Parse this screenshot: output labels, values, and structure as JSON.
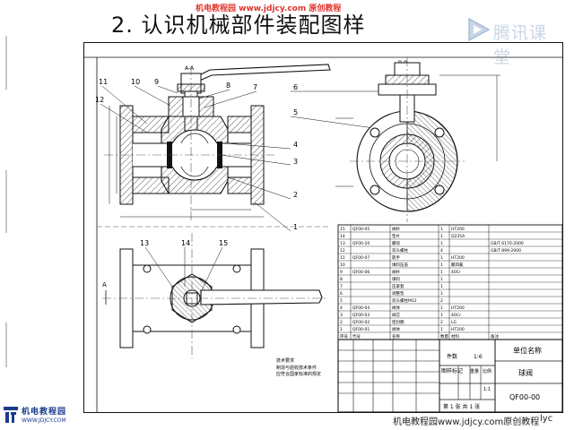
{
  "slide": {
    "title": "2. 认识机械部件装配图样",
    "watermark": "机电教程园 www.jdjcy.com 原创教程",
    "brand": "腾讯课堂",
    "footer_url": "机电教程园www.jdjcy.com原创教程",
    "footer_sig": "lyc",
    "logo_line1": "机电教程园",
    "logo_line2": "WWW.JDJCY.COM"
  },
  "drawing": {
    "view_labels": {
      "section_aa": "A-A",
      "section_bb": "B-B",
      "arrow_a": "A"
    },
    "callouts_top": [
      "11",
      "10",
      "9",
      "8",
      "7"
    ],
    "callouts_left": [
      "12"
    ],
    "callouts_right": [
      "6",
      "5",
      "4",
      "3",
      "2",
      "1"
    ],
    "callouts_bottom": [
      "13",
      "14",
      "15"
    ],
    "title_block": {
      "company_label": "单位名称",
      "part_name": "球阀",
      "drawing_no": "QF00-00",
      "scale_label": "比例",
      "scale_value": "1:1",
      "sheet_text": "第 1 张 共 1 张",
      "mark_header": "图样标记",
      "weight_header": "重量",
      "count_header": "件数",
      "ratio": "1:6"
    },
    "bom": [
      {
        "no": "15",
        "code": "QF00-05",
        "name": "阀杆",
        "qty": "1",
        "mat": "HT200",
        "note": ""
      },
      {
        "no": "14",
        "code": "",
        "name": "垫片",
        "qty": "1",
        "mat": "Q235A",
        "note": ""
      },
      {
        "no": "13",
        "code": "QF00-10",
        "name": "螺母",
        "qty": "1",
        "mat": "",
        "note": "GB/T 6170-2000"
      },
      {
        "no": "12",
        "code": "",
        "name": "双头螺柱",
        "qty": "4",
        "mat": "",
        "note": "GB/T 899-2000"
      },
      {
        "no": "11",
        "code": "QF00-07",
        "name": "扳手",
        "qty": "1",
        "mat": "HT200",
        "note": ""
      },
      {
        "no": "10",
        "code": "",
        "name": "填料压盖",
        "qty": "1",
        "mat": "聚四氟",
        "note": ""
      },
      {
        "no": "9",
        "code": "QF00-06",
        "name": "阀杆",
        "qty": "1",
        "mat": "40Cr",
        "note": ""
      },
      {
        "no": "8",
        "code": "",
        "name": "填料",
        "qty": "1",
        "mat": "",
        "note": ""
      },
      {
        "no": "7",
        "code": "",
        "name": "压紧套",
        "qty": "1",
        "mat": "",
        "note": ""
      },
      {
        "no": "6",
        "code": "",
        "name": "调整垫",
        "qty": "1",
        "mat": "",
        "note": ""
      },
      {
        "no": "5",
        "code": "",
        "name": "双头螺柱M12",
        "qty": "2",
        "mat": "",
        "note": ""
      },
      {
        "no": "4",
        "code": "QF00-04",
        "name": "阀体",
        "qty": "1",
        "mat": "HT200",
        "note": ""
      },
      {
        "no": "3",
        "code": "QF00-03",
        "name": "阀芯",
        "qty": "1",
        "mat": "40Cr",
        "note": ""
      },
      {
        "no": "2",
        "code": "QF00-02",
        "name": "密封圈",
        "qty": "2",
        "mat": "LG",
        "note": ""
      },
      {
        "no": "1",
        "code": "QF00-01",
        "name": "阀体",
        "qty": "1",
        "mat": "HT200",
        "note": ""
      }
    ],
    "bom_header": [
      "序号",
      "代号",
      "名称",
      "数量",
      "材料",
      "备注"
    ],
    "tech_req": "技术要求",
    "tech_lines": [
      "制造与验收技术条件",
      "应符合国家标准的规定"
    ]
  },
  "colors": {
    "line": "#1a1a1a",
    "hatch": "#333333",
    "centerline": "#555555",
    "watermark": "#e0342c",
    "brand": "#c9d6e6",
    "logo": "#1a3c8c"
  }
}
